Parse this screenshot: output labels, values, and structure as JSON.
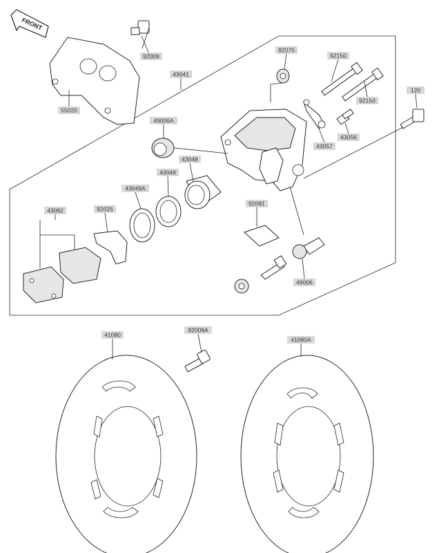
{
  "front_badge": "FRONT",
  "labels": [
    {
      "id": "l92009",
      "text": "92009"
    },
    {
      "id": "l55020",
      "text": "55020"
    },
    {
      "id": "l43041",
      "text": "43041"
    },
    {
      "id": "l92075",
      "text": "92075"
    },
    {
      "id": "l92150a",
      "text": "92150"
    },
    {
      "id": "l92150b",
      "text": "92150"
    },
    {
      "id": "l120",
      "text": "120"
    },
    {
      "id": "l49006A",
      "text": "49006A"
    },
    {
      "id": "l43057",
      "text": "43057"
    },
    {
      "id": "l43056",
      "text": "43056"
    },
    {
      "id": "l43048",
      "text": "43048"
    },
    {
      "id": "l43049",
      "text": "43049"
    },
    {
      "id": "l43049A",
      "text": "43049A"
    },
    {
      "id": "l43082",
      "text": "43082"
    },
    {
      "id": "l92025",
      "text": "92025"
    },
    {
      "id": "l92081",
      "text": "92081"
    },
    {
      "id": "l49006",
      "text": "49006"
    },
    {
      "id": "l41080",
      "text": "41080"
    },
    {
      "id": "l92009A",
      "text": "92009A"
    },
    {
      "id": "l41080A",
      "text": "41080A"
    }
  ]
}
